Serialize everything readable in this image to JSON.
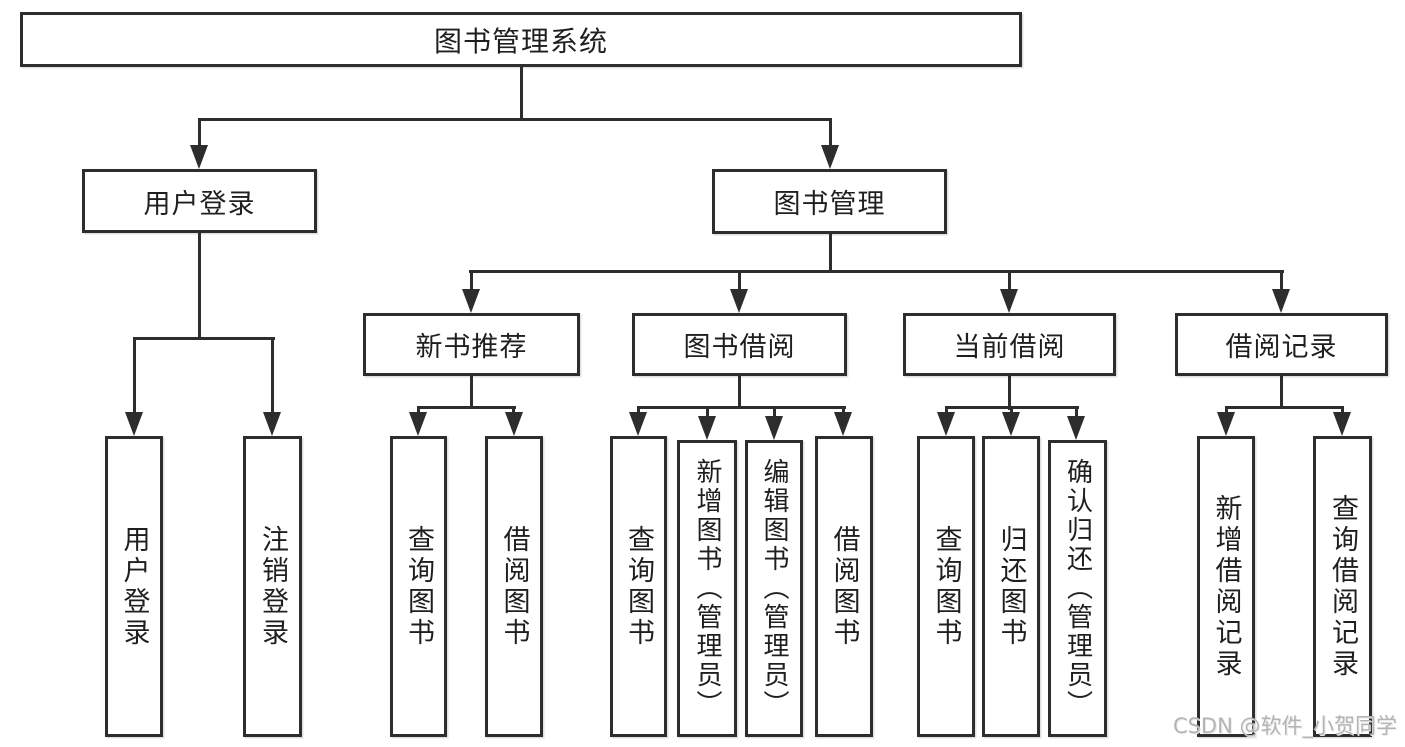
{
  "diagram": {
    "title": "图书管理系统",
    "level2": [
      {
        "label": "用户登录"
      },
      {
        "label": "图书管理"
      }
    ],
    "level3": [
      {
        "label": "新书推荐"
      },
      {
        "label": "图书借阅"
      },
      {
        "label": "当前借阅"
      },
      {
        "label": "借阅记录"
      }
    ],
    "leaves": {
      "user_login": [
        "用户登录",
        "注销登录"
      ],
      "new_book": [
        "查询图书",
        "借阅图书"
      ],
      "book_borrow": [
        "查询图书",
        "新增图书（管理员）",
        "编辑图书（管理员）",
        "借阅图书"
      ],
      "current_borrow": [
        "查询图书",
        "归还图书",
        "确认归还（管理员）"
      ],
      "borrow_record": [
        "新增借阅记录",
        "查询借阅记录"
      ]
    },
    "line_color": "#2d2d2d"
  },
  "watermark": "CSDN @软件_小贺同学"
}
